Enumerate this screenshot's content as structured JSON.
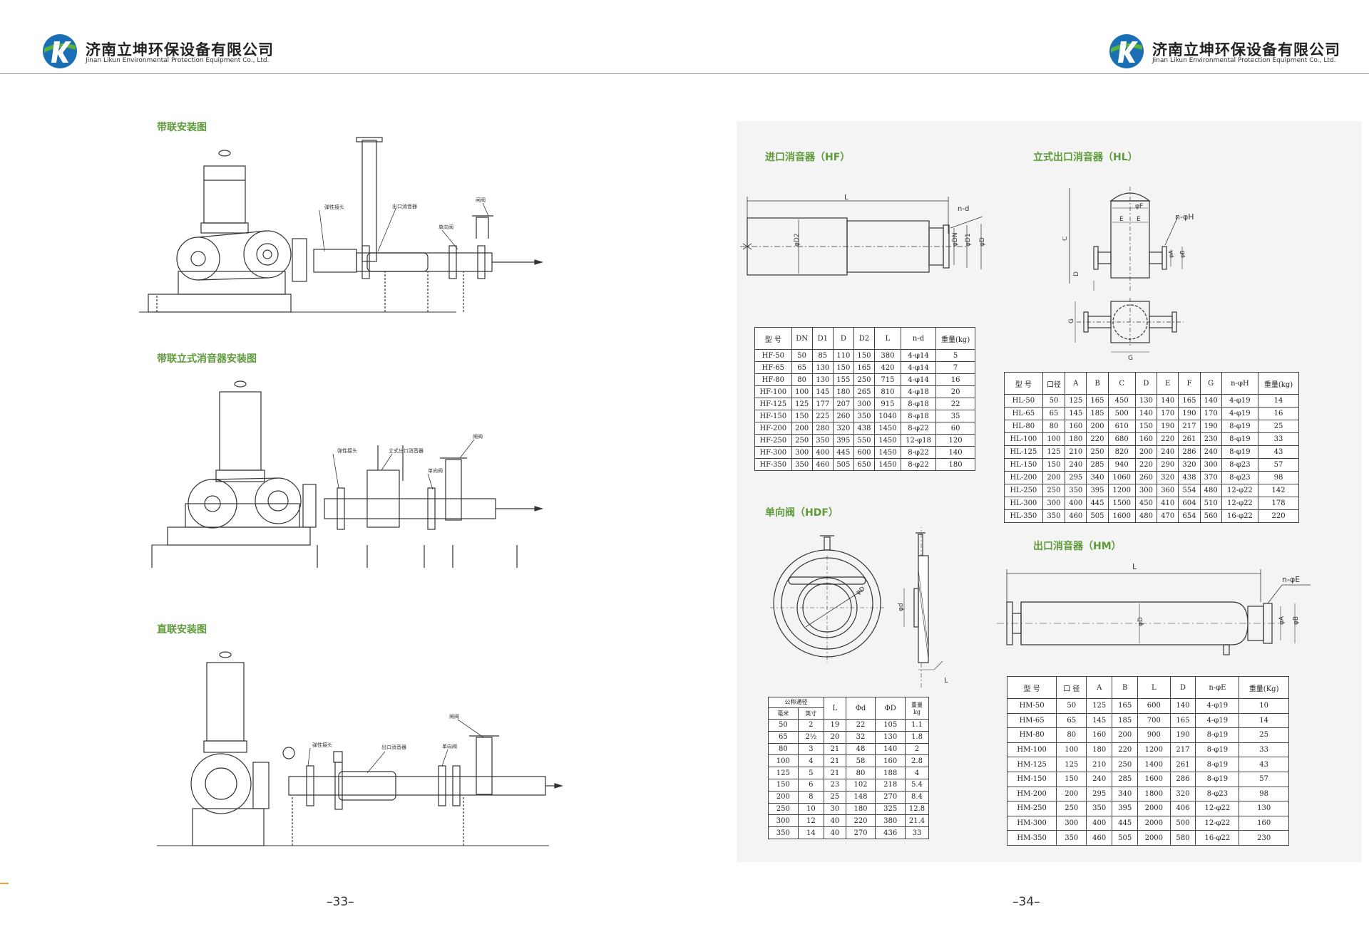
{
  "header": {
    "company_cn": "济南立坤环保设备有限公司",
    "company_en": "Jinan Likun Environmental Protection Equipment Co., Ltd.",
    "colors": {
      "logo_blue": "#1a6fb5",
      "logo_green": "#59b33a",
      "title_green": "#5e9a3a"
    }
  },
  "left_page": {
    "section_belt": "带联安装图",
    "section_belt_vertical": "带联立式消音器安装图",
    "section_direct": "直联安装图",
    "labels_belt": {
      "flex": "弹性接头",
      "muffler": "出口消音器",
      "check": "单向阀",
      "gate": "闸阀"
    },
    "labels_vertical": {
      "flex": "弹性接头",
      "muffler": "立式出口消音器",
      "check": "单向阀",
      "gate": "闸阀"
    },
    "labels_direct": {
      "flex": "弹性接头",
      "muffler": "出口消音器",
      "check": "单向阀",
      "gate": "闸阀"
    },
    "page_number": "–33–"
  },
  "right_page": {
    "page_number": "–34–",
    "hf": {
      "title": "进口消音器（HF）",
      "dims": {
        "L": "L",
        "nd": "n-d",
        "D2": "φD2",
        "DN": "φDN",
        "D1": "φD1",
        "D": "φD"
      },
      "headers": [
        "型 号",
        "DN",
        "D1",
        "D",
        "D2",
        "L",
        "n-d",
        "重量(kg)"
      ],
      "rows": [
        [
          "HF-50",
          "50",
          "85",
          "110",
          "150",
          "380",
          "4-φ14",
          "5"
        ],
        [
          "HF-65",
          "65",
          "130",
          "150",
          "165",
          "420",
          "4-φ14",
          "7"
        ],
        [
          "HF-80",
          "80",
          "130",
          "155",
          "250",
          "715",
          "4-φ14",
          "16"
        ],
        [
          "HF-100",
          "100",
          "145",
          "180",
          "265",
          "810",
          "4-φ18",
          "20"
        ],
        [
          "HF-125",
          "125",
          "177",
          "207",
          "300",
          "915",
          "8-φ18",
          "22"
        ],
        [
          "HF-150",
          "150",
          "225",
          "260",
          "350",
          "1040",
          "8-φ18",
          "35"
        ],
        [
          "HF-200",
          "200",
          "280",
          "320",
          "438",
          "1450",
          "8-φ22",
          "60"
        ],
        [
          "HF-250",
          "250",
          "350",
          "395",
          "550",
          "1450",
          "12-φ18",
          "120"
        ],
        [
          "HF-300",
          "300",
          "400",
          "445",
          "600",
          "1450",
          "8-φ22",
          "140"
        ],
        [
          "HF-350",
          "350",
          "460",
          "505",
          "650",
          "1450",
          "8-φ22",
          "180"
        ]
      ]
    },
    "hl": {
      "title": "立式出口消音器（HL）",
      "dims": {
        "F": "φF",
        "nH": "n-φH",
        "E": "E",
        "C": "C",
        "D": "D",
        "A": "φA",
        "B": "φB",
        "G": "G"
      },
      "headers": [
        "型 号",
        "口径",
        "A",
        "B",
        "C",
        "D",
        "E",
        "F",
        "G",
        "n-φH",
        "重量(kg)"
      ],
      "rows": [
        [
          "HL-50",
          "50",
          "125",
          "165",
          "450",
          "130",
          "140",
          "165",
          "140",
          "4-φ19",
          "14"
        ],
        [
          "HL-65",
          "65",
          "145",
          "185",
          "500",
          "140",
          "170",
          "190",
          "170",
          "4-φ19",
          "16"
        ],
        [
          "HL-80",
          "80",
          "160",
          "200",
          "610",
          "150",
          "190",
          "217",
          "190",
          "8-φ19",
          "25"
        ],
        [
          "HL-100",
          "100",
          "180",
          "220",
          "680",
          "160",
          "220",
          "261",
          "230",
          "8-φ19",
          "33"
        ],
        [
          "HL-125",
          "125",
          "210",
          "250",
          "820",
          "200",
          "240",
          "286",
          "240",
          "8-φ19",
          "43"
        ],
        [
          "HL-150",
          "150",
          "240",
          "285",
          "940",
          "220",
          "290",
          "320",
          "300",
          "8-φ23",
          "57"
        ],
        [
          "HL-200",
          "200",
          "295",
          "340",
          "1060",
          "260",
          "320",
          "438",
          "370",
          "8-φ23",
          "98"
        ],
        [
          "HL-250",
          "250",
          "350",
          "395",
          "1200",
          "300",
          "360",
          "554",
          "480",
          "12-φ22",
          "142"
        ],
        [
          "HL-300",
          "300",
          "400",
          "445",
          "1500",
          "450",
          "410",
          "604",
          "510",
          "12-φ22",
          "178"
        ],
        [
          "HL-350",
          "350",
          "460",
          "505",
          "1600",
          "480",
          "470",
          "654",
          "560",
          "16-φ22",
          "220"
        ]
      ]
    },
    "hdf": {
      "title": "单向阀（HDF）",
      "dims": {
        "D": "φD",
        "d": "φd",
        "L": "L"
      },
      "group_header": "公称通径",
      "sub_headers": [
        "毫米",
        "英寸"
      ],
      "headers": [
        "L",
        "Φd",
        "ΦD",
        "重量 kg"
      ],
      "rows": [
        [
          "50",
          "2",
          "19",
          "22",
          "105",
          "1.1"
        ],
        [
          "65",
          "2½",
          "20",
          "32",
          "130",
          "1.8"
        ],
        [
          "80",
          "3",
          "21",
          "48",
          "140",
          "2"
        ],
        [
          "100",
          "4",
          "21",
          "58",
          "160",
          "2.8"
        ],
        [
          "125",
          "5",
          "21",
          "80",
          "188",
          "4"
        ],
        [
          "150",
          "6",
          "23",
          "102",
          "218",
          "5.4"
        ],
        [
          "200",
          "8",
          "25",
          "148",
          "270",
          "8.4"
        ],
        [
          "250",
          "10",
          "30",
          "180",
          "325",
          "12.8"
        ],
        [
          "300",
          "12",
          "40",
          "220",
          "380",
          "21.4"
        ],
        [
          "350",
          "14",
          "40",
          "270",
          "436",
          "33"
        ]
      ]
    },
    "hm": {
      "title": "出口消音器（HM）",
      "dims": {
        "L": "L",
        "nE": "n-φE",
        "D": "φD",
        "A": "φA",
        "B": "φB"
      },
      "headers": [
        "型 号",
        "口 径",
        "A",
        "B",
        "L",
        "D",
        "n-φE",
        "重量(Kg)"
      ],
      "rows": [
        [
          "HM-50",
          "50",
          "125",
          "165",
          "600",
          "140",
          "4-φ19",
          "10"
        ],
        [
          "HM-65",
          "65",
          "145",
          "185",
          "700",
          "165",
          "4-φ19",
          "14"
        ],
        [
          "HM-80",
          "80",
          "160",
          "200",
          "900",
          "190",
          "8-φ19",
          "25"
        ],
        [
          "HM-100",
          "100",
          "180",
          "220",
          "1200",
          "217",
          "8-φ19",
          "33"
        ],
        [
          "HM-125",
          "125",
          "210",
          "250",
          "1400",
          "261",
          "8-φ19",
          "43"
        ],
        [
          "HM-150",
          "150",
          "240",
          "285",
          "1600",
          "286",
          "8-φ19",
          "57"
        ],
        [
          "HM-200",
          "200",
          "295",
          "340",
          "1800",
          "320",
          "8-φ23",
          "98"
        ],
        [
          "HM-250",
          "250",
          "350",
          "395",
          "2000",
          "406",
          "12-φ22",
          "130"
        ],
        [
          "HM-300",
          "300",
          "400",
          "445",
          "2000",
          "500",
          "12-φ22",
          "160"
        ],
        [
          "HM-350",
          "350",
          "460",
          "505",
          "2000",
          "580",
          "16-φ22",
          "230"
        ]
      ]
    }
  }
}
